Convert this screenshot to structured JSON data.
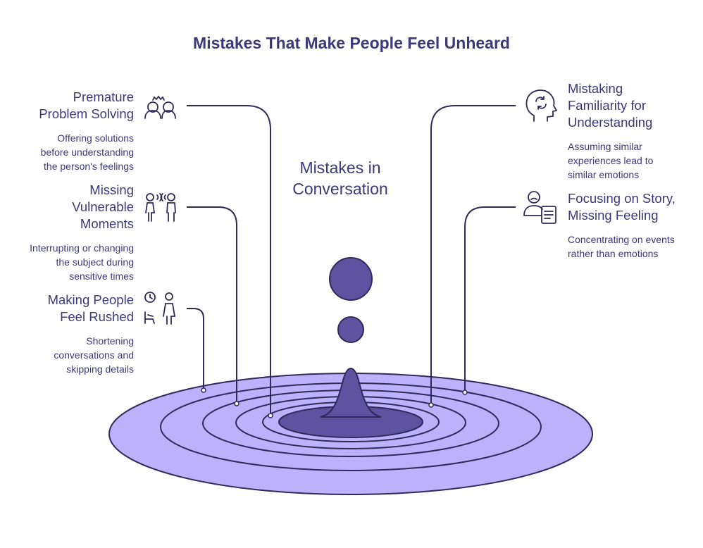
{
  "title": "Mistakes That Make People Feel Unheard",
  "center": {
    "line1": "Mistakes in",
    "line2": "Conversation"
  },
  "items": [
    {
      "heading": [
        "Premature",
        "Problem Solving"
      ],
      "desc": [
        "Offering solutions",
        "before understanding",
        "the person's feelings"
      ],
      "icon": "two-people-icon"
    },
    {
      "heading": [
        "Missing",
        "Vulnerable",
        "Moments"
      ],
      "desc": [
        "Interrupting or changing",
        "the subject during",
        "sensitive times"
      ],
      "icon": "talking-people-icon"
    },
    {
      "heading": [
        "Making People",
        "Feel Rushed"
      ],
      "desc": [
        "Shortening",
        "conversations and",
        "skipping details"
      ],
      "icon": "clock-person-icon"
    },
    {
      "heading": [
        "Mistaking",
        "Familiarity for",
        "Understanding"
      ],
      "desc": [
        "Assuming similar",
        "experiences lead to",
        "similar emotions"
      ],
      "icon": "head-thinking-icon"
    },
    {
      "heading": [
        "Focusing on Story,",
        "Missing Feeling"
      ],
      "desc": [
        "Concentrating on events",
        "rather than emotions"
      ],
      "icon": "person-document-icon"
    }
  ],
  "colors": {
    "text": "#3d3878",
    "ripple": "#bcb1fa",
    "drop": "#5e52a1",
    "line": "#2f2a5a"
  }
}
